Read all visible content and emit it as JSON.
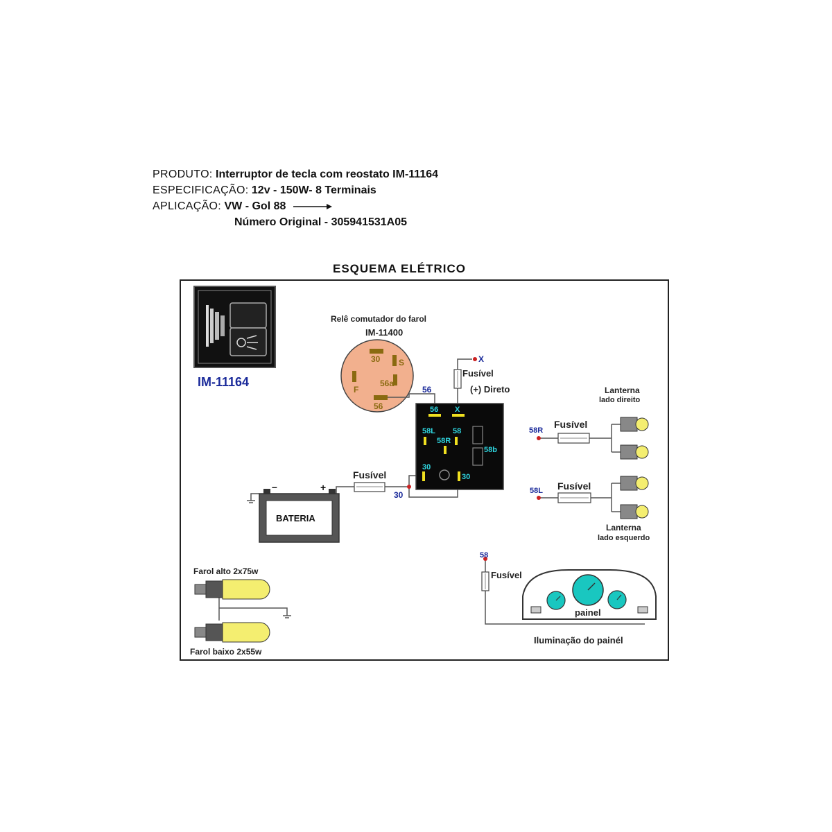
{
  "spec": {
    "produto_label": "PRODUTO:",
    "produto_value": "Interruptor de tecla com reostato  IM-11164",
    "especificacao_label": "ESPECIFICAÇÃO:",
    "especificacao_value": "12v - 150W- 8 Terminais",
    "aplicacao_label": "APLICAÇÃO:",
    "aplicacao_value": "VW - Gol 88",
    "numero_original": "Número Original - 305941531A05"
  },
  "diagram_title": "ESQUEMA ELÉTRICO",
  "switch": {
    "model": "IM-11164"
  },
  "relay": {
    "title": "Relê comutador do farol",
    "model": "IM-11400",
    "terminals": [
      "30",
      "S",
      "56a",
      "F",
      "56"
    ]
  },
  "module": {
    "terminals": [
      "56",
      "X",
      "58L",
      "58R",
      "58",
      "58b",
      "30",
      "30"
    ]
  },
  "wire_labels": {
    "w56": "56",
    "wx": "X",
    "w30": "30",
    "w58r": "58R",
    "w58l": "58L",
    "w58": "58"
  },
  "fuses": {
    "direct_fuse": "Fusível",
    "direct_label": "(+) Direto",
    "battery_fuse": "Fusível",
    "right_fuse": "Fusível",
    "left_fuse": "Fusível",
    "panel_fuse": "Fusível"
  },
  "battery": {
    "label": "BATERIA",
    "neg": "–",
    "pos": "+"
  },
  "lanterns": {
    "right_line1": "Lanterna",
    "right_line2": "lado direito",
    "left_line1": "Lanterna",
    "left_line2": "lado esquerdo"
  },
  "headlights": {
    "high": "Farol alto 2x75w",
    "low": "Farol baixo 2x55w"
  },
  "panel": {
    "label": "painel",
    "illumination": "Iluminação do painél"
  },
  "colors": {
    "wire": "#555555",
    "terminal_red": "#cc2222",
    "relay_fill": "#f2b08e",
    "module_fill": "#0a0a0a",
    "terminal_cyan": "#2fd6e0",
    "terminal_yellow": "#f0e020",
    "panel_gauge": "#19c7c0",
    "lamp_yellow": "#f4ee70",
    "label_blue": "#1a2a9a"
  }
}
